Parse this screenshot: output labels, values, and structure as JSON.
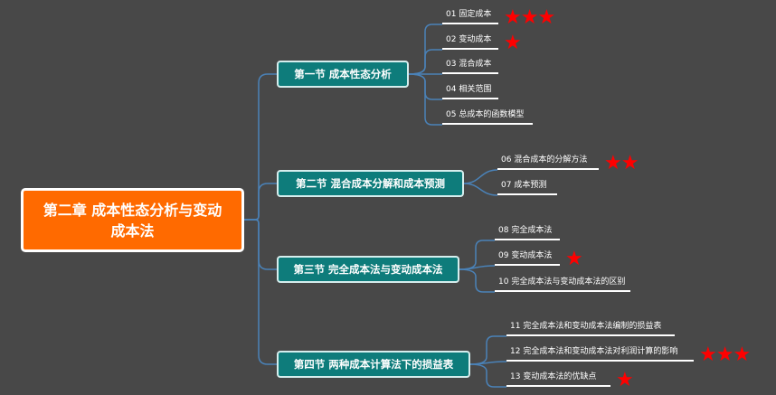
{
  "root": {
    "title": "第二章 成本性态分析与变动成本法"
  },
  "sections": [
    {
      "label": "第一节  成本性态分析",
      "items": [
        {
          "label": "01 固定成本",
          "stars": 3
        },
        {
          "label": "02 变动成本",
          "stars": 1
        },
        {
          "label": "03 混合成本",
          "stars": 0
        },
        {
          "label": "04 相关范围",
          "stars": 0
        },
        {
          "label": "05 总成本的函数模型",
          "stars": 0
        }
      ]
    },
    {
      "label": "第二节  混合成本分解和成本预测",
      "items": [
        {
          "label": "06 混合成本的分解方法",
          "stars": 2
        },
        {
          "label": "07 成本预测",
          "stars": 0
        }
      ]
    },
    {
      "label": "第三节 完全成本法与变动成本法",
      "items": [
        {
          "label": "08 完全成本法",
          "stars": 0
        },
        {
          "label": "09 变动成本法",
          "stars": 1
        },
        {
          "label": "10 完全成本法与变动成本法的区别",
          "stars": 0
        }
      ]
    },
    {
      "label": "第四节 两种成本计算法下的损益表",
      "items": [
        {
          "label": "11 完全成本法和变动成本法编制的损益表",
          "stars": 0
        },
        {
          "label": "12 完全成本法和变动成本法对利润计算的影响",
          "stars": 3
        },
        {
          "label": "13 变动成本法的优缺点",
          "stars": 1
        }
      ]
    }
  ],
  "colors": {
    "background": "#484848",
    "root_fill": "#ff6a00",
    "section_fill": "#0e7c7b",
    "connector": "#4a82b8",
    "star": "#ff0000"
  }
}
